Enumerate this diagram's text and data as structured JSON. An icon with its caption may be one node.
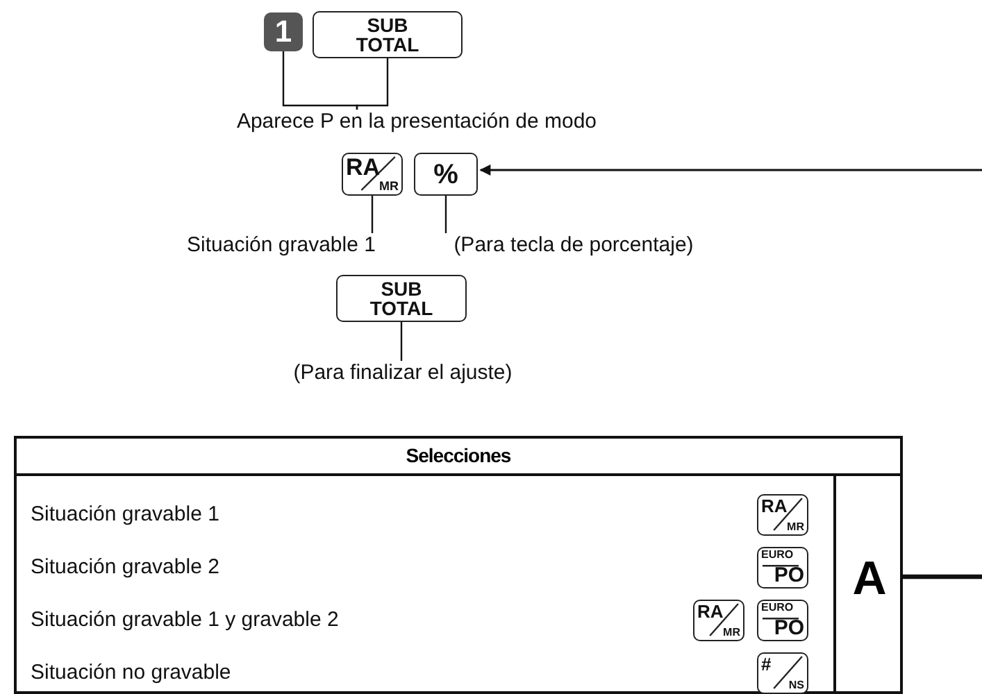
{
  "diagram": {
    "nodes": [
      {
        "text": [
          "1"
        ]
      },
      {
        "text": [
          "SUB TOTAL"
        ]
      },
      {
        "text": [
          "Aparece P en la presentación de modo"
        ]
      },
      {
        "text": [
          "RA",
          "MR"
        ]
      },
      {
        "text": [
          "%"
        ]
      },
      {
        "text": [
          "Situación gravable 1"
        ]
      },
      {
        "text": [
          "(Para tecla de porcentaje)"
        ]
      },
      {
        "text": [
          "SUB TOTAL"
        ]
      },
      {
        "text": [
          "(Para finalizar el ajuste)"
        ]
      },
      {
        "text": [
          "Selecciones"
        ]
      },
      {
        "text": [
          "RA",
          "MR"
        ],
        "in": 9
      },
      {
        "text": [
          "EURO",
          "PO"
        ],
        "in": 9
      },
      {
        "text": [
          "RA",
          "MR"
        ],
        "in": 9
      },
      {
        "text": [
          "EURO",
          "PO"
        ],
        "in": 9
      },
      {
        "text": [
          "#",
          "NS"
        ],
        "in": 9
      },
      {
        "text": [
          "A"
        ],
        "in": 9
      }
    ],
    "edges": [
      {
        "from": 2,
        "to": 0,
        "arrow": "none"
      },
      {
        "from": 2,
        "to": 1,
        "arrow": "none"
      },
      {
        "from": 3,
        "to": 5,
        "arrow": "none"
      },
      {
        "from": 4,
        "to": 6,
        "arrow": "none"
      },
      {
        "from": 7,
        "to": 8,
        "arrow": "none"
      },
      {
        "from": null,
        "to": 4,
        "arrow": "to"
      },
      {
        "from": 15,
        "to": null,
        "arrow": "none",
        "style": "thick"
      }
    ],
    "labels": [
      "Situación gravable 1",
      "Situación gravable 2",
      "Situación gravable 1 y gravable 2",
      "Situación no gravable"
    ]
  }
}
